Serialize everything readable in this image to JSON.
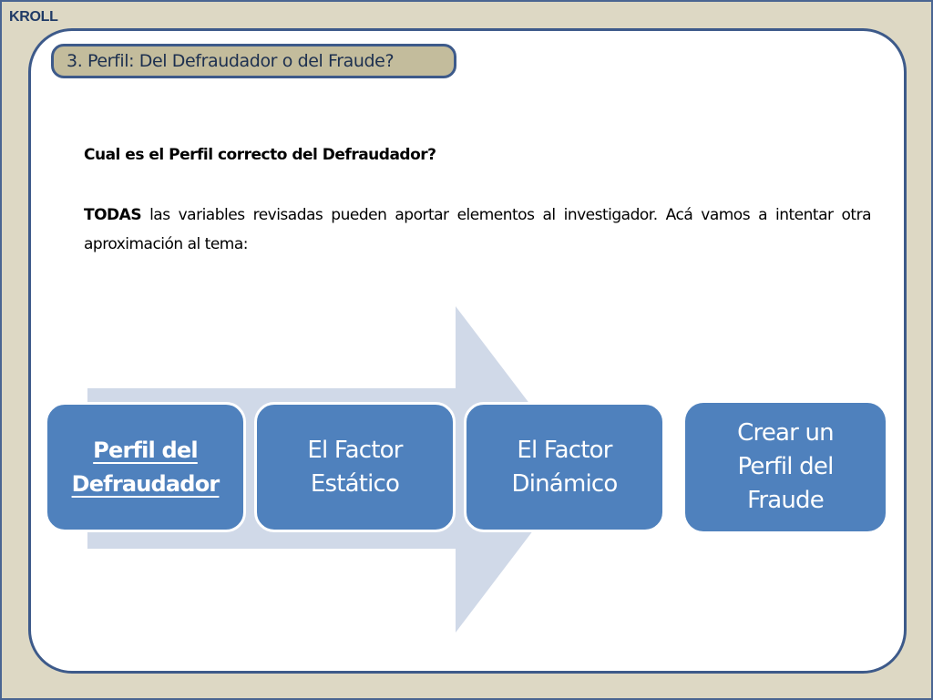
{
  "brand": {
    "name": "KROLL"
  },
  "slide": {
    "title": "3. Perfil: Del Defraudador o del Fraude?",
    "question": "Cual es el Perfil correcto del Defraudador?",
    "paragraph": {
      "emphasis": "TODAS",
      "text": " las variables revisadas pueden aportar elementos al investigador.  Acá vamos a intentar otra aproximación al tema:"
    }
  },
  "diagram": {
    "arrow_color": "#d0d9e8",
    "box_color": "#4f81bd",
    "steps": [
      {
        "label": "Perfil del\nDefraudador",
        "active": true
      },
      {
        "label": "El Factor\nEstático",
        "active": false
      },
      {
        "label": "El Factor\nDinámico",
        "active": false
      }
    ],
    "outcome": {
      "label": "Crear un\nPerfil del\nFraude"
    }
  },
  "colors": {
    "frame_bg": "#ddd8c4",
    "frame_border": "#3d5a8a",
    "title_bg": "#c3bc9c",
    "brand_text": "#1f3a66"
  }
}
